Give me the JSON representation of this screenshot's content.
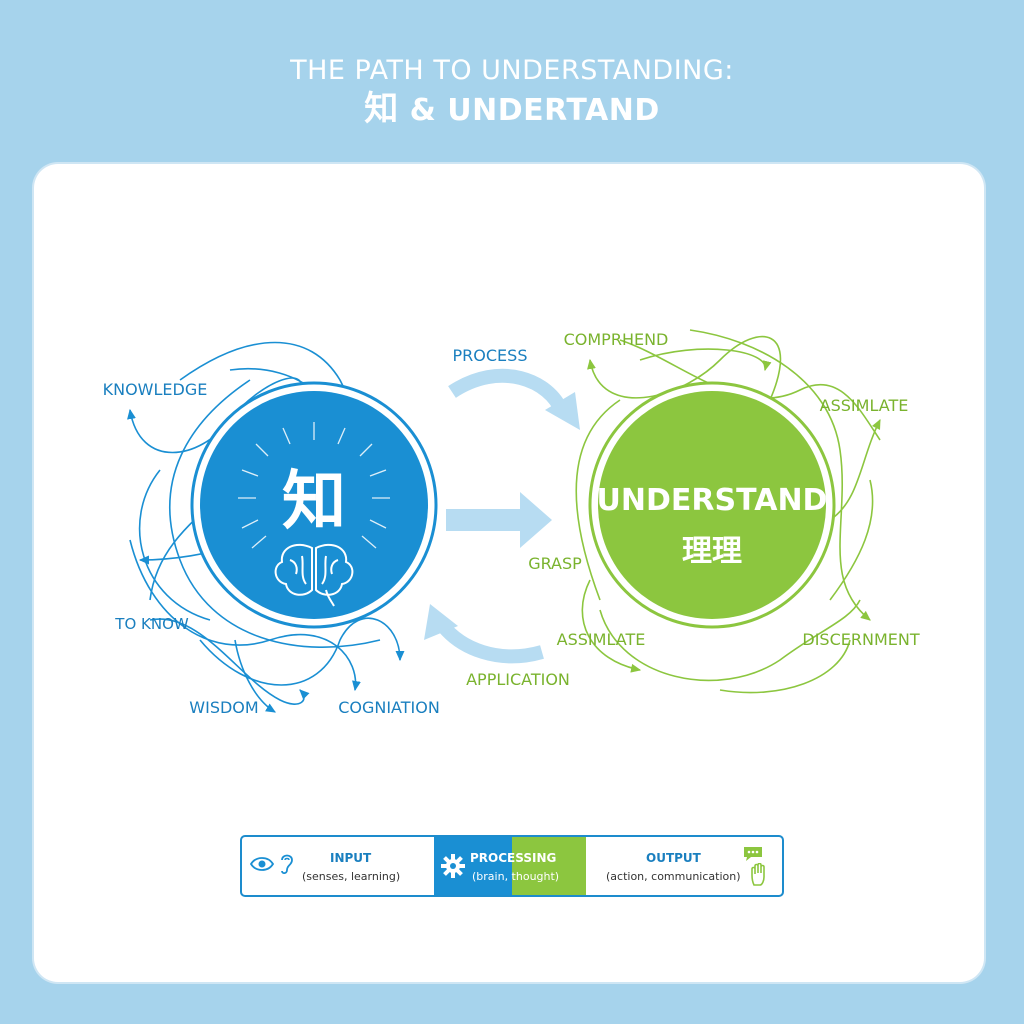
{
  "title": {
    "line1": "THE PATH TO UNDERSTANDING:",
    "line2_glyph": "知",
    "line2_text": "& UNDERTAND"
  },
  "left_circle": {
    "glyph": "知",
    "icon": "brain-icon",
    "color": "#1a8fd3",
    "labels": [
      "KNOWLEDGE",
      "TO KNOW",
      "WISDOM",
      "COGNIATION"
    ]
  },
  "right_circle": {
    "title": "UNDERSTAND",
    "subtitle": "理理",
    "color": "#8cc63f",
    "labels": [
      "COMPRHEND",
      "ASSIMLATE",
      "GRASP",
      "ASSIMLATE",
      "DISCERNMENT"
    ]
  },
  "arrows": {
    "top_label": "PROCESS",
    "bottom_label": "APPLICATION"
  },
  "legend": {
    "input_label": "INPUT",
    "input_note": "(senses, learning)",
    "processing_label": "PROCESSING",
    "processing_note": "(brain, thought)",
    "output_label": "OUTPUT",
    "output_note": "(action, communication)",
    "icons": [
      "eye-icon",
      "ear-icon",
      "gear-icon",
      "speech-bubble-icon",
      "hand-icon"
    ]
  },
  "colors": {
    "background": "#a6d3ec",
    "blue": "#1a8fd3",
    "green": "#8cc63f",
    "light_blue_arrow": "#b7dcf2"
  }
}
